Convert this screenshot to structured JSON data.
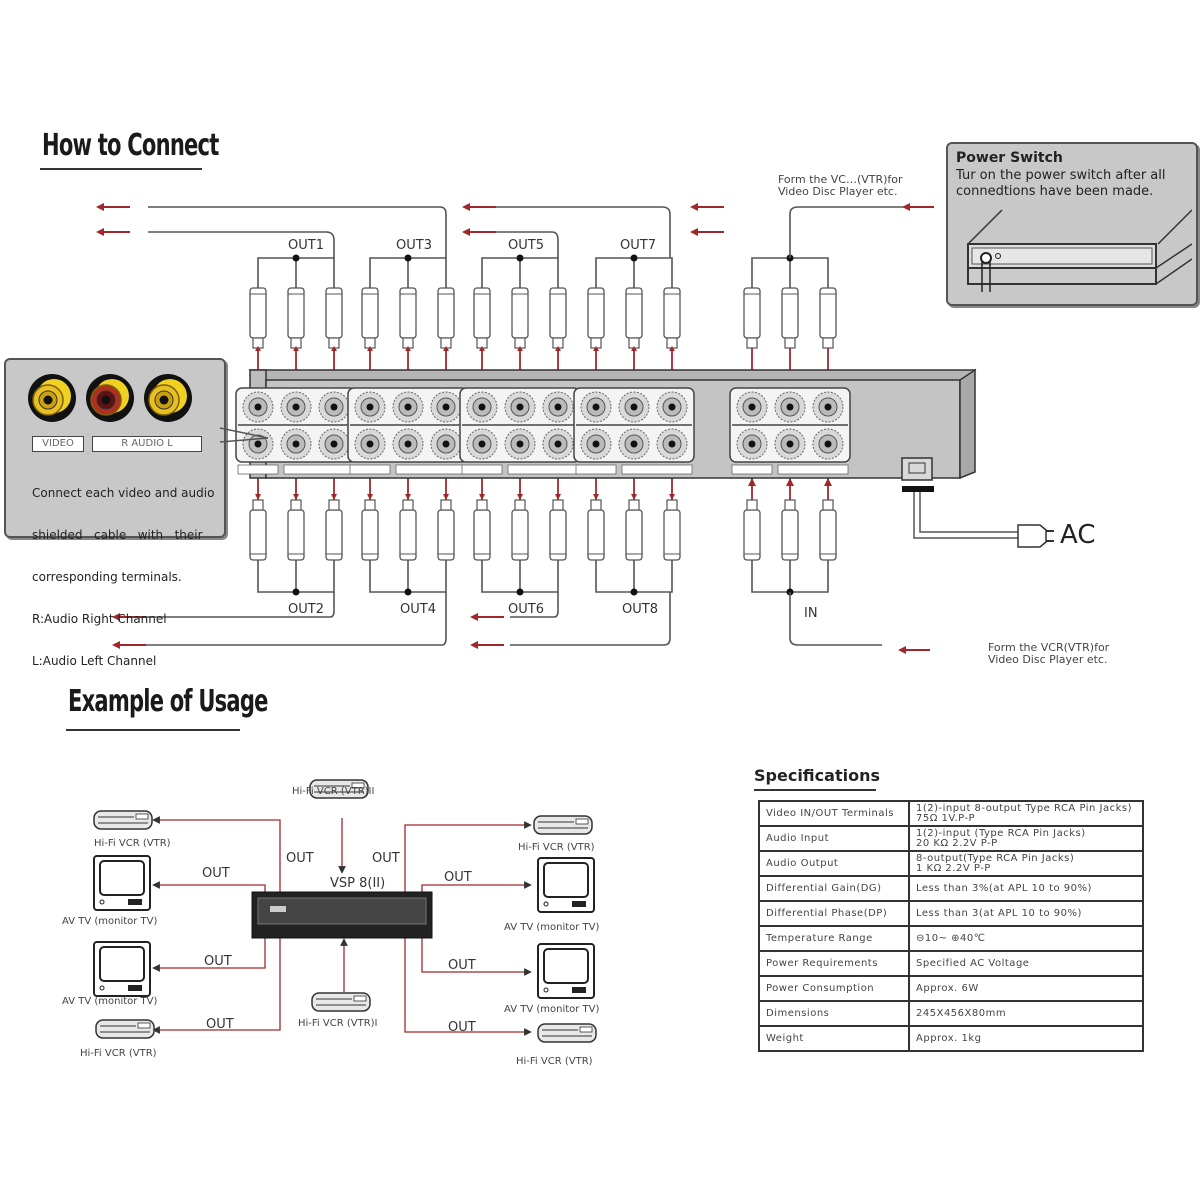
{
  "sections": {
    "how_to_connect": "How to Connect",
    "example_of_usage": "Example of Usage",
    "specifications": "Specifications"
  },
  "power_switch": {
    "title": "Power Switch",
    "text_line1": "Tur on the power switch after all",
    "text_line2": "connedtions have been made."
  },
  "source_top": {
    "line1": "Form the VC…(VTR)for",
    "line2": "Video Disc Player etc."
  },
  "source_bottom": {
    "line1": "Form the VCR(VTR)for",
    "line2": "Video Disc Player etc."
  },
  "jack_legend": {
    "video_tag": "VIDEO",
    "audio_tag": "R  AUDIO  L",
    "lines": [
      "Connect each video and audio",
      "shielded   cable   with   their",
      "corresponding terminals.",
      "R:Audio Right Channel",
      "L:Audio Left Channel"
    ],
    "jack_colors": [
      "#e8c020",
      "#b03020",
      "#e8c020"
    ]
  },
  "ports_top": [
    "OUT1",
    "OUT3",
    "OUT5",
    "OUT7"
  ],
  "ports_bottom": [
    "OUT2",
    "OUT4",
    "OUT6",
    "OUT8",
    "IN"
  ],
  "ac_label": "AC",
  "arrow_color": "#a0282d",
  "usage": {
    "device": "VSP 8(II)",
    "out": "OUT",
    "devices": {
      "vcr_top_center": "Hi-Fi VCR (VTR)II",
      "vcr_bottom_center": "Hi-Fi VCR (VTR)I",
      "vcr_left_top": "Hi-Fi VCR (VTR)",
      "tv_left_1": "AV TV (monitor TV)",
      "tv_left_2": "AV TV (monitor TV)",
      "vcr_left_bottom": "Hi-Fi VCR (VTR)",
      "vcr_right_top": "Hi-Fi VCR (VTR)",
      "tv_right_1": "AV TV (monitor TV)",
      "tv_right_2": "AV TV (monitor TV)",
      "vcr_right_bottom": "Hi-Fi VCR (VTR)"
    }
  },
  "spec_rows": [
    {
      "k": "Video IN/OUT Terminals",
      "v1": "1(2)-input 8-output Type RCA Pin Jacks)",
      "v2": "75Ω   1V.P-P"
    },
    {
      "k": "Audio Input",
      "v1": "1(2)-input (Type  RCA Pin Jacks)",
      "v2": "20 KΩ 2.2V P-P"
    },
    {
      "k": "Audio Output",
      "v1": "8-output(Type  RCA Pin Jacks)",
      "v2": "1 KΩ  2.2V P-P"
    },
    {
      "k": "Differential Gain(DG)",
      "v1": "Less than 3%(at APL 10 to 90%)",
      "v2": ""
    },
    {
      "k": "Differential Phase(DP)",
      "v1": "Less than 3(at APL 10 to 90%)",
      "v2": ""
    },
    {
      "k": "Temperature Range",
      "v1": "⊖10~ ⊕40℃",
      "v2": ""
    },
    {
      "k": "Power Requirements",
      "v1": "Specified AC Voltage",
      "v2": ""
    },
    {
      "k": "Power Consumption",
      "v1": "Approx.  6W",
      "v2": ""
    },
    {
      "k": "Dimensions",
      "v1": "245X456X80mm",
      "v2": ""
    },
    {
      "k": "Weight",
      "v1": "Approx.  1kg",
      "v2": ""
    }
  ]
}
